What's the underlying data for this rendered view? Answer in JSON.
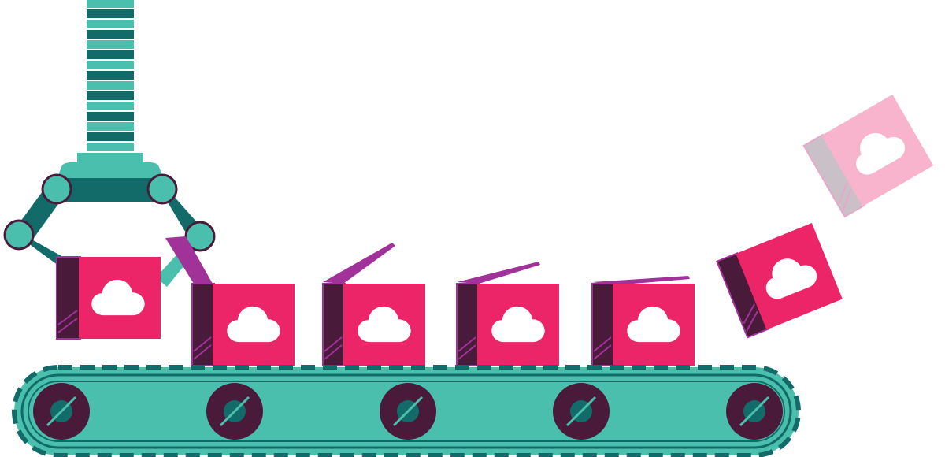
{
  "illustration": {
    "subject": "robotic-arm-packing-cloud-boxes-on-conveyor",
    "box_count": 7,
    "roller_count": 5,
    "icons": [
      "cloud-icon"
    ]
  },
  "colors": {
    "background": "#ffffff",
    "teal": "#4abfad",
    "teal_dark": "#126b68",
    "plum": "#4a1a3a",
    "pink": "#ec2569",
    "pink_faded": "#f7b4cc",
    "purple_edge": "#a0329a",
    "white": "#ffffff"
  }
}
